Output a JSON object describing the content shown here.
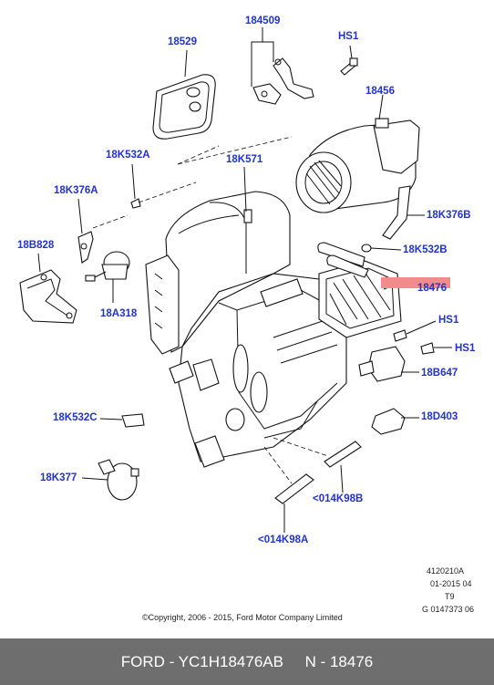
{
  "diagram": {
    "labels": {
      "p18529": "18529",
      "p184509": "184509",
      "hs1_top": "HS1",
      "p18456": "18456",
      "p18K532A": "18K532A",
      "p18K571": "18K571",
      "p18K376A": "18K376A",
      "p18K376B": "18K376B",
      "p18B828": "18B828",
      "p18K532B": "18K532B",
      "p18476": "18476",
      "p18A318": "18A318",
      "hs1_mid": "HS1",
      "hs1_right": "HS1",
      "p18B647": "18B647",
      "p18K532C": "18K532C",
      "p18D403": "18D403",
      "p18K377": "18K377",
      "p014K98B": "<014K98B",
      "p014K98A": "<014K98A"
    },
    "highlight_color": "#f28b8b",
    "label_color": "#2233cc",
    "ref_code": "4120210A",
    "date_code": "01-2015 04",
    "t_code": "T9",
    "g_code": "G 0147373 06",
    "copyright": "©Copyright, 2006 - 2015, Ford Motor Company Limited"
  },
  "footer": {
    "text": "FORD - YC1H18476AB     N - 18476"
  }
}
